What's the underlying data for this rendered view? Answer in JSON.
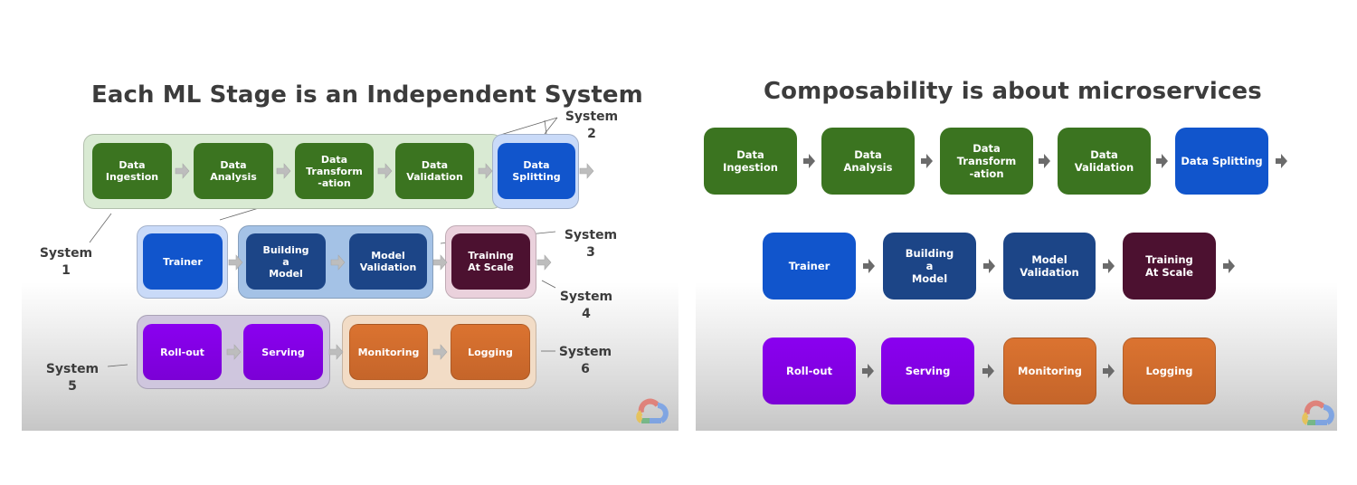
{
  "colors": {
    "green": "#3b7420",
    "green_container": "#d9ead3",
    "blue": "#1155cc",
    "blue_container": "#c9daf8",
    "navy": "#1c4587",
    "navy_container": "#a4c2e6",
    "maroon": "#4c1130",
    "maroon_container": "#ead1dc",
    "purple": "#8000e0",
    "purple_container": "#cfc6de",
    "orange": "#d5702b",
    "orange_container": "#f2dcc6",
    "arrow_light": "#b7b7b7",
    "arrow_dark": "#6b6b6b"
  },
  "slide1": {
    "title": "Each ML Stage is an Independent System",
    "stages": {
      "data_ingestion": "Data\nIngestion",
      "data_analysis": "Data\nAnalysis",
      "data_transformation": "Data\nTransform\n-ation",
      "data_validation": "Data\nValidation",
      "data_splitting": "Data\nSplitting",
      "trainer": "Trainer",
      "building_model": "Building\na\nModel",
      "model_validation": "Model\nValidation",
      "training_at_scale": "Training\nAt Scale",
      "rollout": "Roll-out",
      "serving": "Serving",
      "monitoring": "Monitoring",
      "logging": "Logging"
    },
    "system_labels": {
      "system1": "System\n1",
      "system2": "System\n2",
      "system3": "System\n3",
      "system4": "System\n4",
      "system5": "System\n5",
      "system6": "System\n6"
    }
  },
  "slide2": {
    "title": "Composability is about microservices",
    "rows": [
      [
        "Data\nIngestion",
        "Data\nAnalysis",
        "Data\nTransform\n-ation",
        "Data\nValidation",
        "Data Splitting"
      ],
      [
        "Trainer",
        "Building\na\nModel",
        "Model\nValidation",
        "Training\nAt Scale"
      ],
      [
        "Roll-out",
        "Serving",
        "Monitoring",
        "Logging"
      ]
    ]
  },
  "logo": "google-cloud-logo"
}
